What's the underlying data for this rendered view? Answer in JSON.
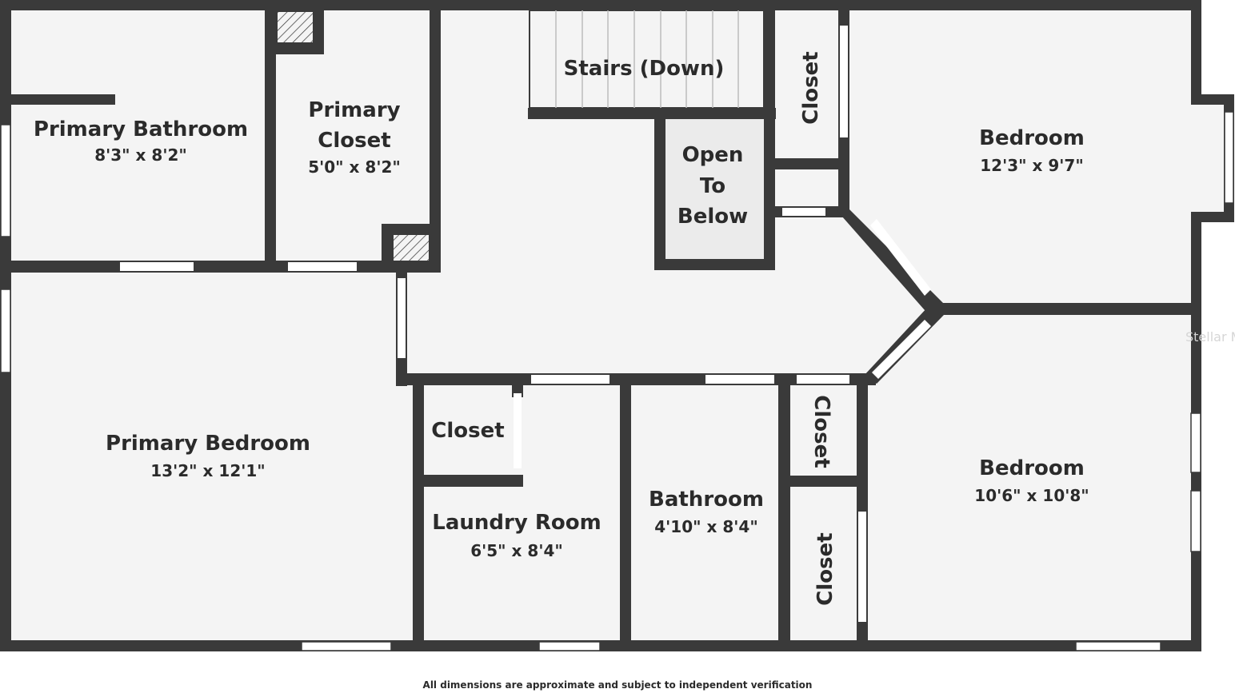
{
  "floorplan": {
    "rooms": [
      {
        "name": "Primary Bathroom",
        "dims": "8'3\" x 8'2\""
      },
      {
        "name_lines": [
          "Primary",
          "Closet"
        ],
        "dims": "5'0\" x 8'2\""
      },
      {
        "name": "Stairs (Down)"
      },
      {
        "name": "Closet"
      },
      {
        "name_lines": [
          "Open",
          "To",
          "Below"
        ]
      },
      {
        "name": "Bedroom",
        "dims": "12'3\" x 9'7\""
      },
      {
        "name": "Primary Bedroom",
        "dims": "13'2\" x 12'1\""
      },
      {
        "name": "Closet"
      },
      {
        "name": "Laundry Room",
        "dims": "6'5\" x 8'4\""
      },
      {
        "name": "Bathroom",
        "dims": "4'10\" x 8'4\""
      },
      {
        "name": "Closet"
      },
      {
        "name": "Closet"
      },
      {
        "name": "Bedroom",
        "dims": "10'6\" x 10'8\""
      }
    ],
    "disclaimer": "All dimensions are approximate and subject to independent verification",
    "watermark": "Stellar MLS"
  },
  "colors": {
    "wall": "#3a3a3a",
    "floor": "#f4f4f4",
    "text": "#2b2b2b"
  }
}
